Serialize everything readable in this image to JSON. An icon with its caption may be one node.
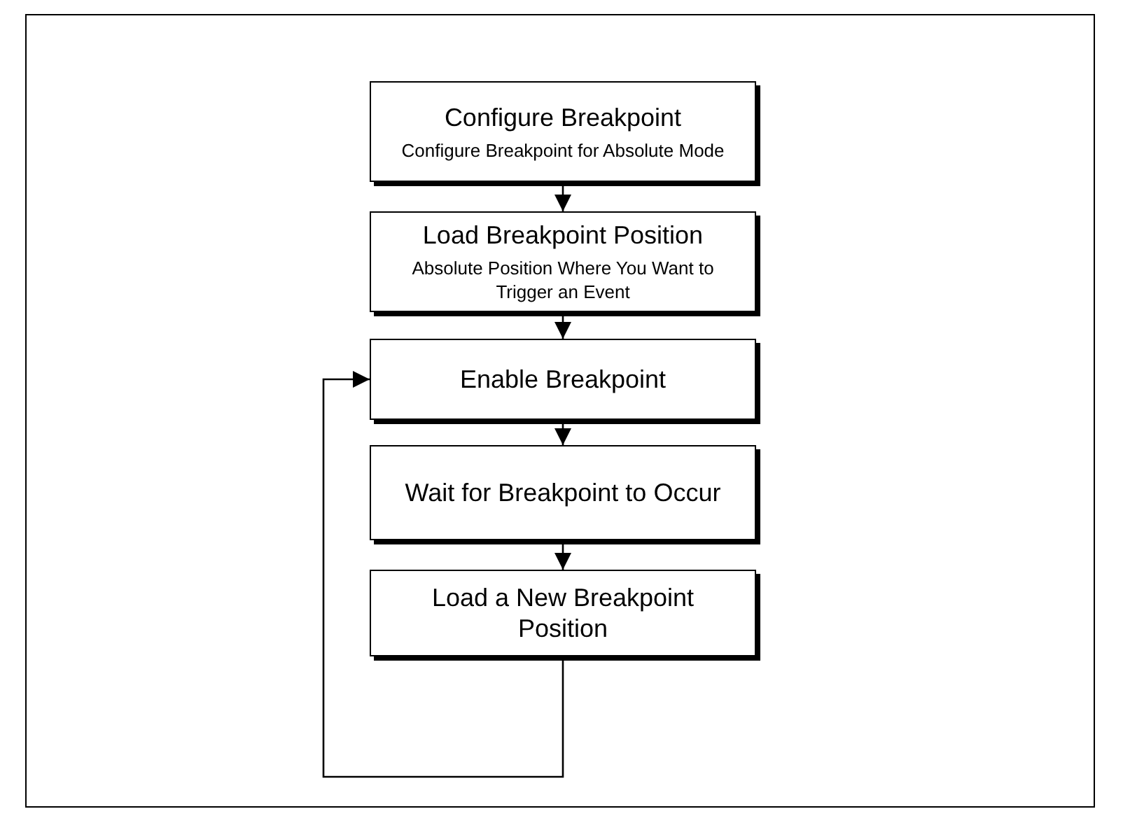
{
  "diagram": {
    "nodes": [
      {
        "text": [
          "Configure Breakpoint",
          "Configure Breakpoint for Absolute Mode"
        ]
      },
      {
        "text": [
          "Load Breakpoint Position",
          "Absolute Position Where You Want to Trigger an Event"
        ]
      },
      {
        "text": [
          "Enable Breakpoint"
        ]
      },
      {
        "text": [
          "Wait for Breakpoint to Occur"
        ]
      },
      {
        "text": [
          "Load a New Breakpoint Position"
        ]
      }
    ],
    "edges": [
      {
        "from": 0,
        "to": 1,
        "arrow": "to"
      },
      {
        "from": 1,
        "to": 2,
        "arrow": "to"
      },
      {
        "from": 2,
        "to": 3,
        "arrow": "to"
      },
      {
        "from": 3,
        "to": 4,
        "arrow": "to"
      },
      {
        "from": 4,
        "to": 2,
        "arrow": "to"
      }
    ]
  }
}
